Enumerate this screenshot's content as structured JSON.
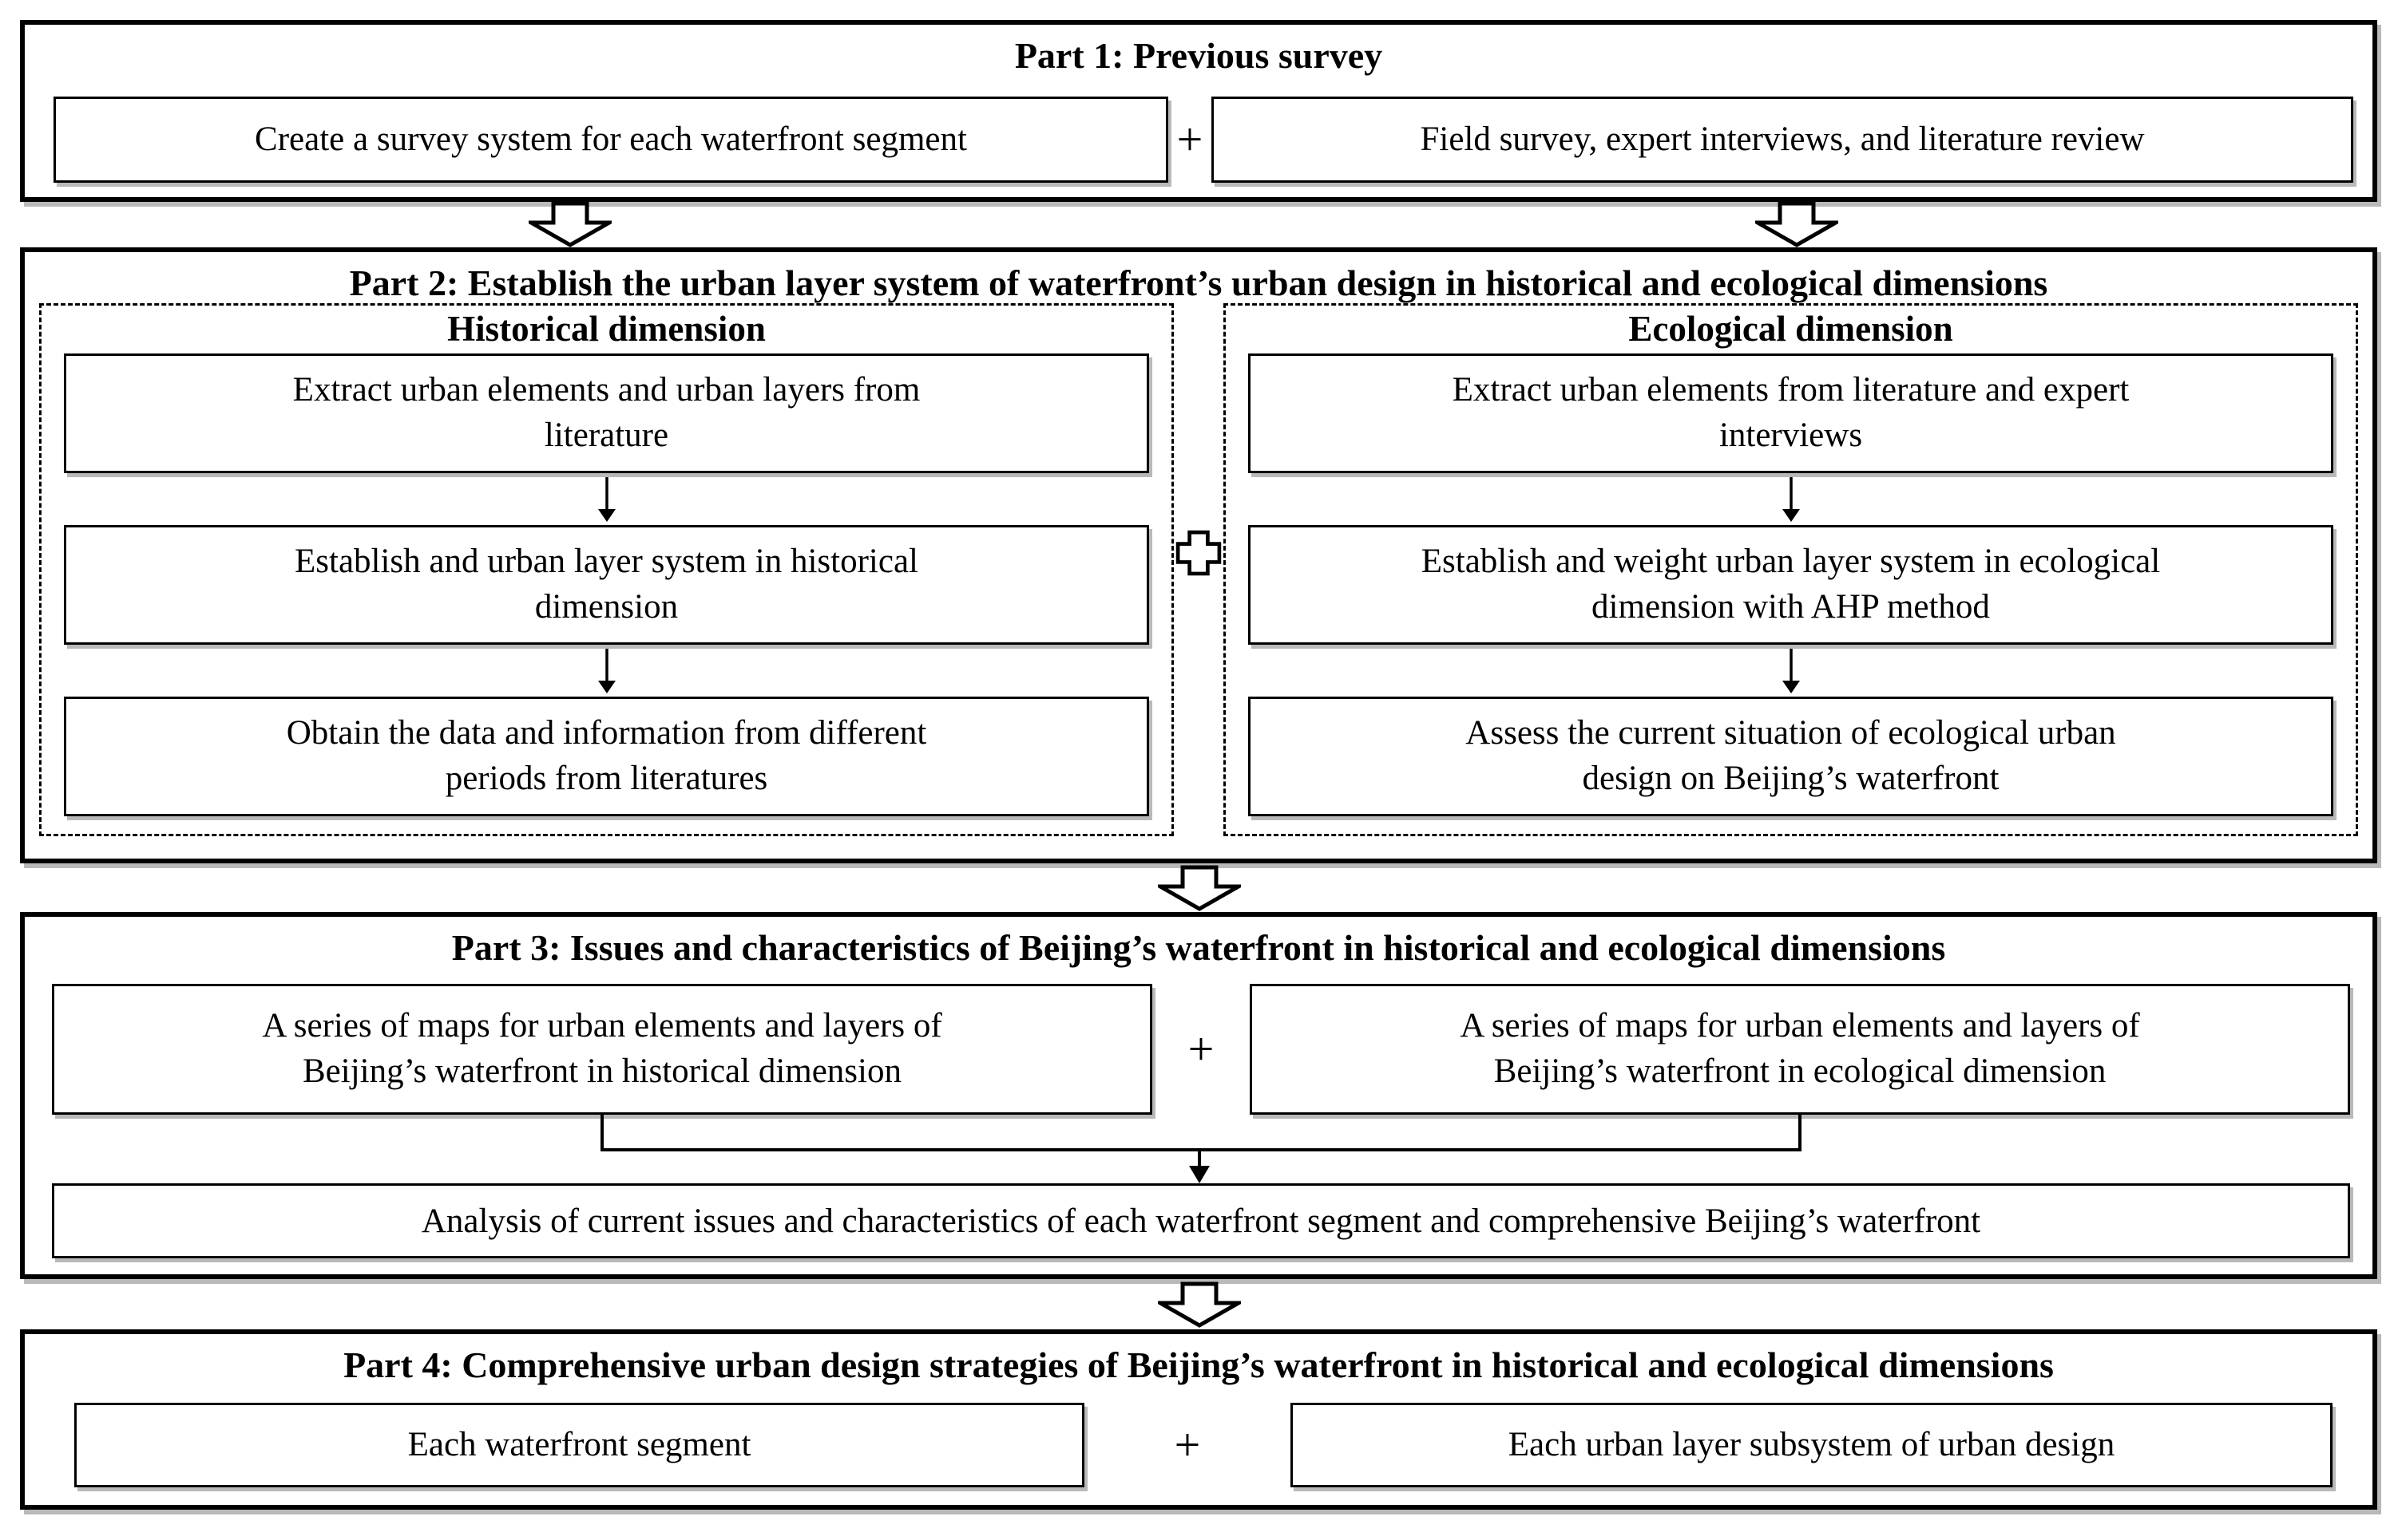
{
  "figure": {
    "type": "flowchart",
    "colors": {
      "line": "#000000",
      "fill": "#ffffff",
      "shadow": "#b9b9b9"
    },
    "icons": {
      "down_block_arrow": "hollow-down-arrow",
      "step_arrow": "↓",
      "plus": "+",
      "cross_junction": "outlined-plus-cross"
    }
  },
  "parts": {
    "part1": {
      "title": "Part 1: Previous survey",
      "left_box": "Create a survey system for each waterfront segment",
      "plus": "+",
      "right_box": "Field survey, expert interviews, and literature review"
    },
    "part2": {
      "title": "Part 2: Establish the urban layer system of waterfront’s urban design in historical and ecological dimensions",
      "historical": {
        "header": "Historical dimension",
        "steps": [
          "Extract urban elements and urban layers from\nliterature",
          "Establish and urban layer system in historical\ndimension",
          "Obtain the data and information from different\nperiods from literatures"
        ]
      },
      "ecological": {
        "header": "Ecological dimension",
        "steps": [
          "Extract urban elements from literature and expert\ninterviews",
          "Establish and weight urban layer system in ecological\ndimension with AHP method",
          "Assess the current situation of ecological urban\ndesign on Beijing’s waterfront"
        ]
      }
    },
    "part3": {
      "title": "Part 3: Issues and characteristics of Beijing’s waterfront in historical and ecological dimensions",
      "left_box": "A series of maps for urban elements and layers of\nBeijing’s waterfront in historical dimension",
      "plus": "+",
      "right_box": "A series of maps for urban elements and layers of\nBeijing’s waterfront in ecological dimension",
      "bottom_box": "Analysis of current issues and characteristics of each waterfront segment and comprehensive Beijing’s waterfront"
    },
    "part4": {
      "title": "Part 4: Comprehensive urban design strategies of Beijing’s waterfront in historical and ecological dimensions",
      "left_box": "Each waterfront segment",
      "plus": "+",
      "right_box": "Each urban layer subsystem of urban design"
    }
  }
}
